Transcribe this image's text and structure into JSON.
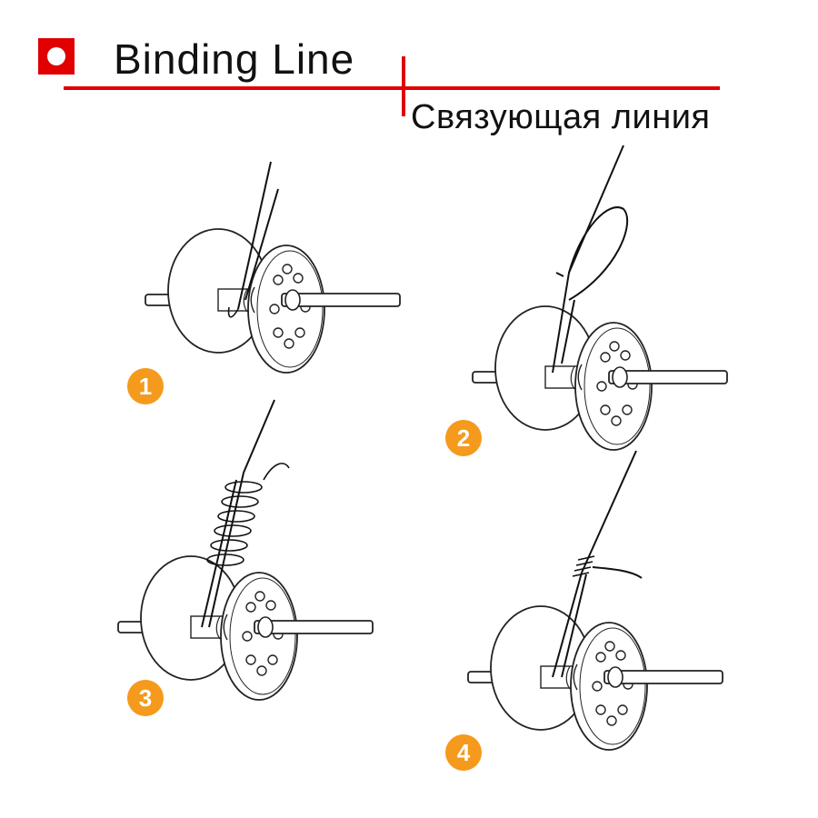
{
  "header": {
    "title_en": "Binding Line",
    "title_ru": "Связующая линия",
    "accent_color": "#e00000",
    "badge_color": "#f59a1c"
  },
  "steps": [
    {
      "number": "1"
    },
    {
      "number": "2"
    },
    {
      "number": "3"
    },
    {
      "number": "4"
    }
  ]
}
